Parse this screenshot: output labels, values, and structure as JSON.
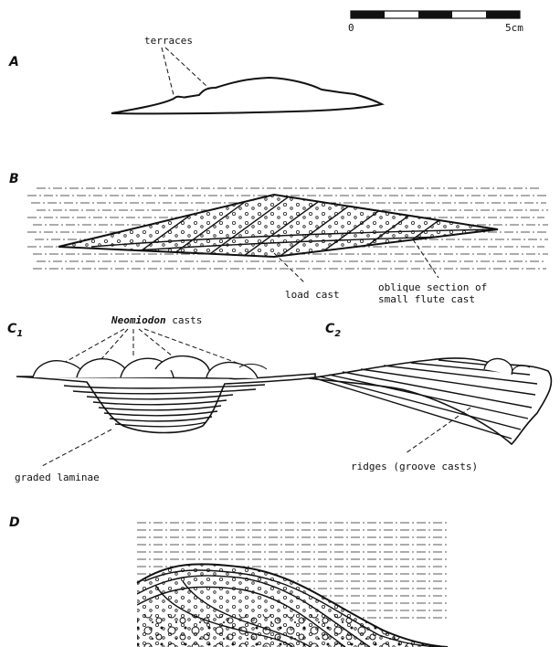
{
  "scale_bar": {
    "start": "0",
    "end": "5cm"
  },
  "panels": {
    "A": {
      "letter": "A",
      "labels": {
        "terraces": "terraces"
      }
    },
    "B": {
      "letter": "B",
      "labels": {
        "load_cast": "load cast",
        "flute_line1": "oblique section of",
        "flute_line2": "small flute cast"
      }
    },
    "C1": {
      "letter": "C",
      "subscript": "1",
      "labels": {
        "neomiodon_word": "Neomiodon",
        "casts_word": " casts",
        "graded_laminae": "graded laminae"
      }
    },
    "C2": {
      "letter": "C",
      "subscript": "2",
      "labels": {
        "ridges": "ridges (groove casts)"
      }
    },
    "D": {
      "letter": "D"
    }
  }
}
